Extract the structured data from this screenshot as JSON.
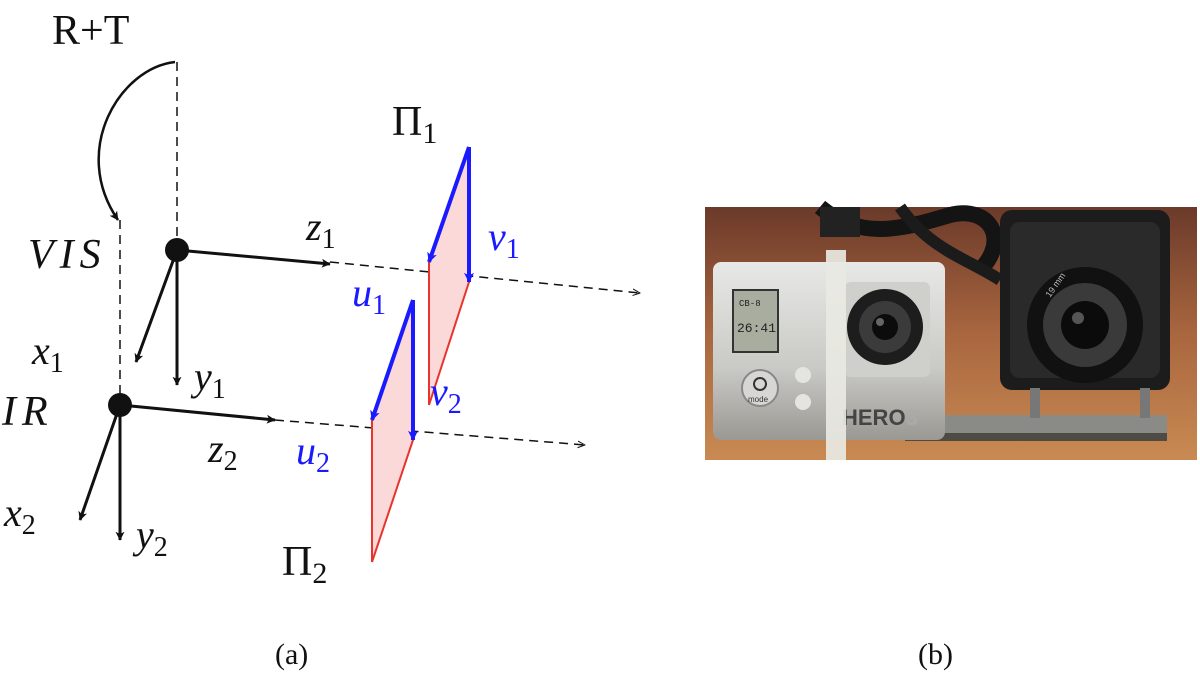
{
  "transform_label": "R+T",
  "camera1": {
    "name": "VIS",
    "x_axis": "x",
    "x_sub": "1",
    "y_axis": "y",
    "y_sub": "1",
    "z_axis": "z",
    "z_sub": "1"
  },
  "camera2": {
    "name": "IR",
    "x_axis": "x",
    "x_sub": "2",
    "y_axis": "y",
    "y_sub": "2",
    "z_axis": "z",
    "z_sub": "2"
  },
  "plane1": {
    "symbol": "Π",
    "sub": "1",
    "u": "u",
    "u_sub": "1",
    "v": "v",
    "v_sub": "1"
  },
  "plane2": {
    "symbol": "Π",
    "sub": "2",
    "u": "u",
    "u_sub": "2",
    "v": "v",
    "v_sub": "2"
  },
  "photo": {
    "camera_brand": "HERO",
    "camera_model": "3",
    "screen_top": "CB-8",
    "screen_time": "26:41",
    "button_label": "mode",
    "lens_label": "19 mm"
  },
  "captions": {
    "a": "(a)",
    "b": "(b)"
  },
  "colors": {
    "axes": "#111111",
    "plane_fill": "#fbd9d9",
    "plane_edge": "#e8342c",
    "uv_arrows": "#1a1aff"
  }
}
